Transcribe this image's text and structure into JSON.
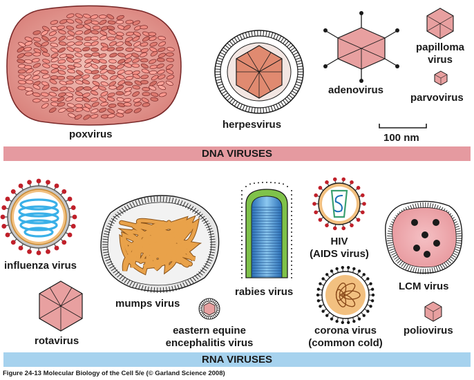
{
  "dna": {
    "band_label": "DNA VIRUSES",
    "poxvirus": "poxvirus",
    "herpesvirus": "herpesvirus",
    "adenovirus": "adenovirus",
    "papilloma_line1": "papilloma",
    "papilloma_line2": "virus",
    "parvovirus": "parvovirus",
    "scale_bar": "100 nm"
  },
  "rna": {
    "band_label": "RNA VIRUSES",
    "influenza": "influenza virus",
    "rotavirus": "rotavirus",
    "mumps": "mumps virus",
    "eee_line1": "eastern equine",
    "eee_line2": "encephalitis virus",
    "rabies": "rabies virus",
    "hiv_line1": "HIV",
    "hiv_line2": "(AIDS virus)",
    "corona_line1": "corona virus",
    "corona_line2": "(common cold)",
    "lcm": "LCM virus",
    "polio": "poliovirus"
  },
  "caption": "Figure 24-13  Molecular Biology of the Cell 5/e (© Garland Science 2008)",
  "colors": {
    "dna_band": "#e59aa0",
    "rna_band": "#a6d2ee",
    "capsid_pink": "#e8a0a0",
    "capsid_salmon": "#e08a70",
    "spike_red": "#c0202a",
    "coil_blue": "#3ab0e8",
    "coil_orange": "#d8903a",
    "rabies_green": "#7fc24a",
    "rabies_blue": "#3a8ad0"
  }
}
